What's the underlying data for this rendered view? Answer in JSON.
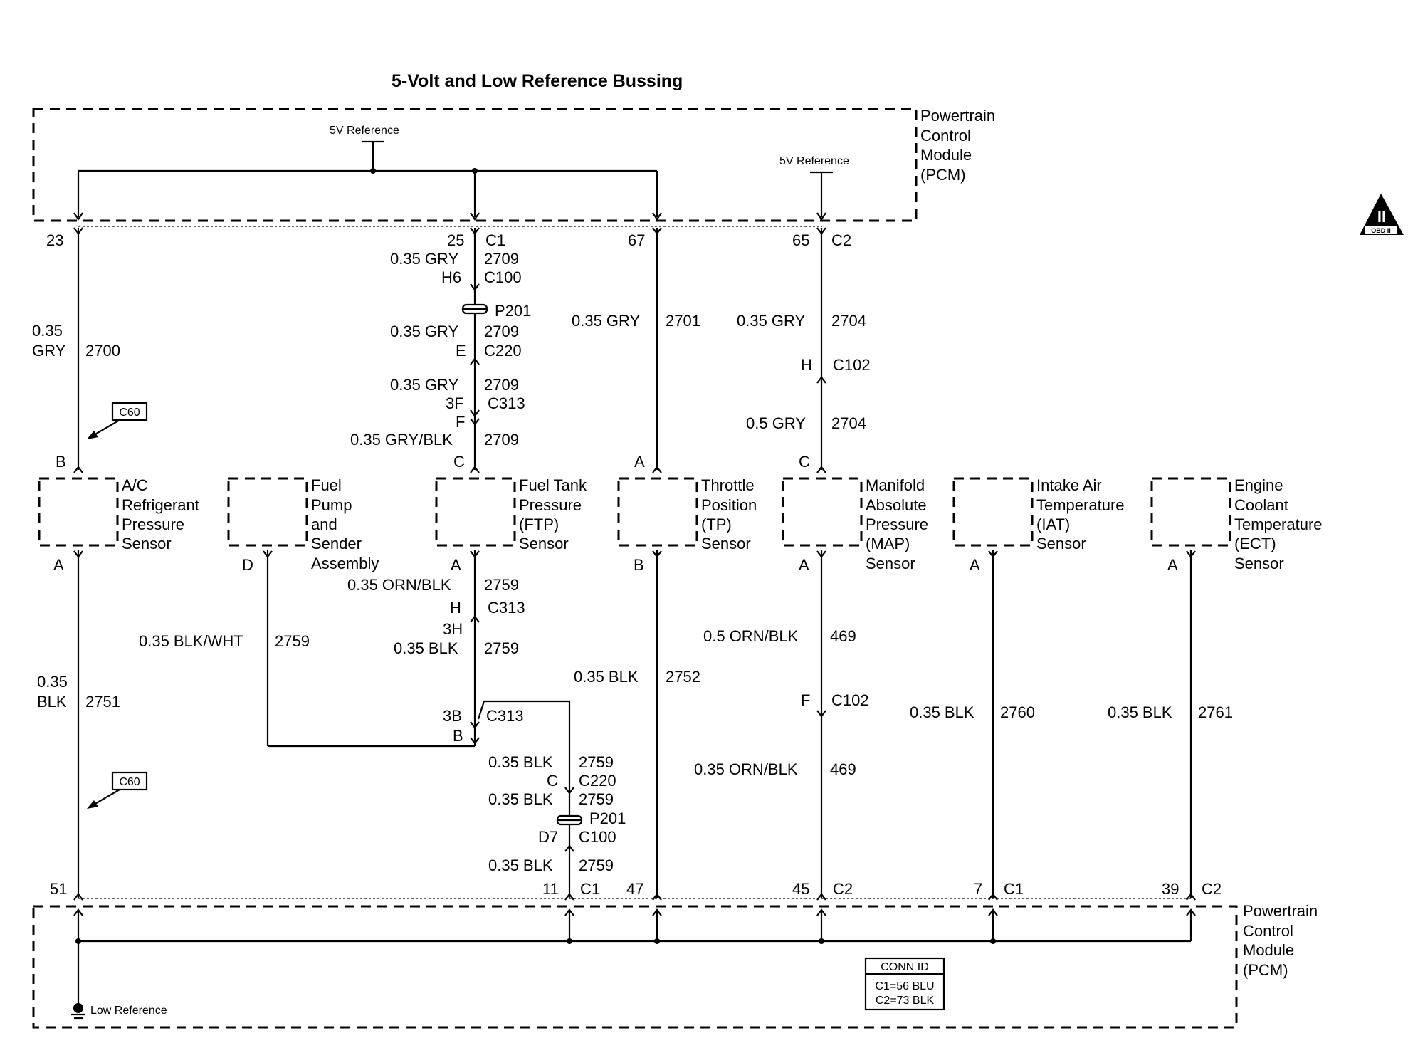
{
  "diagram": {
    "title": "5-Volt and Low Reference Bussing",
    "pcm_top_label": [
      "Powertrain",
      "Control",
      "Module",
      "(PCM)"
    ],
    "pcm_bottom_label": [
      "Powertrain",
      "Control",
      "Module",
      "(PCM)"
    ],
    "ref_5v_left": "5V Reference",
    "ref_5v_right": "5V Reference",
    "low_reference": "Low Reference",
    "obd_badge": "OBD II",
    "obd_mark": "II",
    "conn_id": {
      "title": "CONN ID",
      "c1": "C1=56 BLU",
      "c2": "C2=73 BLK"
    },
    "c60_tag": "C60",
    "sensors": {
      "ac": [
        "A/C",
        "Refrigerant",
        "Pressure",
        "Sensor"
      ],
      "fuel_pump": [
        "Fuel",
        "Pump",
        "and",
        "Sender",
        "Assembly"
      ],
      "ftp": [
        "Fuel Tank",
        "Pressure",
        "(FTP)",
        "Sensor"
      ],
      "tp": [
        "Throttle",
        "Position",
        "(TP)",
        "Sensor"
      ],
      "map": [
        "Manifold",
        "Absolute",
        "Pressure",
        "(MAP)",
        "Sensor"
      ],
      "iat": [
        "Intake Air",
        "Temperature",
        "(IAT)",
        "Sensor"
      ],
      "ect": [
        "Engine",
        "Coolant",
        "Temperature",
        "(ECT)",
        "Sensor"
      ]
    },
    "top": {
      "ac_pin": "23",
      "ac_wire_1": "0.35",
      "ac_wire_2": "GRY",
      "ac_circuit": "2700",
      "ac_sensor_pin": "B",
      "ftp_pcm_pin": "25",
      "ftp_pcm_conn": "C1",
      "ftp_w1": "0.35 GRY",
      "ftp_c1": "2709",
      "ftp_h6": "H6",
      "ftp_c100": "C100",
      "ftp_p201": "P201",
      "ftp_w2": "0.35 GRY",
      "ftp_c2": "2709",
      "ftp_e": "E",
      "ftp_c220": "C220",
      "ftp_w3": "0.35 GRY",
      "ftp_c3": "2709",
      "ftp_3f": "3F",
      "ftp_c313": "C313",
      "ftp_f": "F",
      "ftp_w4": "0.35 GRY/BLK",
      "ftp_c4": "2709",
      "ftp_sensor_pin": "C",
      "tp_pcm_pin": "67",
      "tp_wire": "0.35 GRY",
      "tp_circuit": "2701",
      "tp_sensor_pin": "A",
      "map_pcm_pin": "65",
      "map_pcm_conn": "C2",
      "map_w1": "0.35 GRY",
      "map_c1": "2704",
      "map_h": "H",
      "map_c102": "C102",
      "map_w2": "0.5 GRY",
      "map_c2": "2704",
      "map_sensor_pin": "C"
    },
    "bottom": {
      "ac_sensor_pin": "A",
      "ac_wire_1": "0.35",
      "ac_wire_2": "BLK",
      "ac_circuit": "2751",
      "ac_pcm_pin": "51",
      "fp_sensor_pin": "D",
      "fp_wire": "0.35 BLK/WHT",
      "fp_circuit": "2759",
      "ftp_sensor_pin": "A",
      "ftp_w1": "0.35 ORN/BLK",
      "ftp_c1": "2759",
      "ftp_h": "H",
      "ftp_c313": "C313",
      "ftp_3h": "3H",
      "ftp_w2": "0.35 BLK",
      "ftp_c2": "2759",
      "ftp_3b": "3B",
      "ftp_c313b": "C313",
      "ftp_b": "B",
      "ftp_w3": "0.35 BLK",
      "ftp_c3": "2759",
      "ftp_c": "C",
      "ftp_c220": "C220",
      "ftp_w4": "0.35 BLK",
      "ftp_c4": "2759",
      "ftp_p201": "P201",
      "ftp_d7": "D7",
      "ftp_c100": "C100",
      "ftp_w5": "0.35 BLK",
      "ftp_c5": "2759",
      "ftp_pcm_pin": "11",
      "ftp_pcm_conn": "C1",
      "tp_sensor_pin": "B",
      "tp_wire": "0.35 BLK",
      "tp_circuit": "2752",
      "tp_pcm_pin": "47",
      "map_sensor_pin": "A",
      "map_w1": "0.5 ORN/BLK",
      "map_c1": "469",
      "map_f": "F",
      "map_c102": "C102",
      "map_w2": "0.35 ORN/BLK",
      "map_c2": "469",
      "map_pcm_pin": "45",
      "map_pcm_conn": "C2",
      "iat_sensor_pin": "A",
      "iat_wire": "0.35 BLK",
      "iat_circuit": "2760",
      "iat_pcm_pin": "7",
      "iat_pcm_conn": "C1",
      "ect_sensor_pin": "A",
      "ect_wire": "0.35 BLK",
      "ect_circuit": "2761",
      "ect_pcm_pin": "39",
      "ect_pcm_conn": "C2"
    }
  }
}
